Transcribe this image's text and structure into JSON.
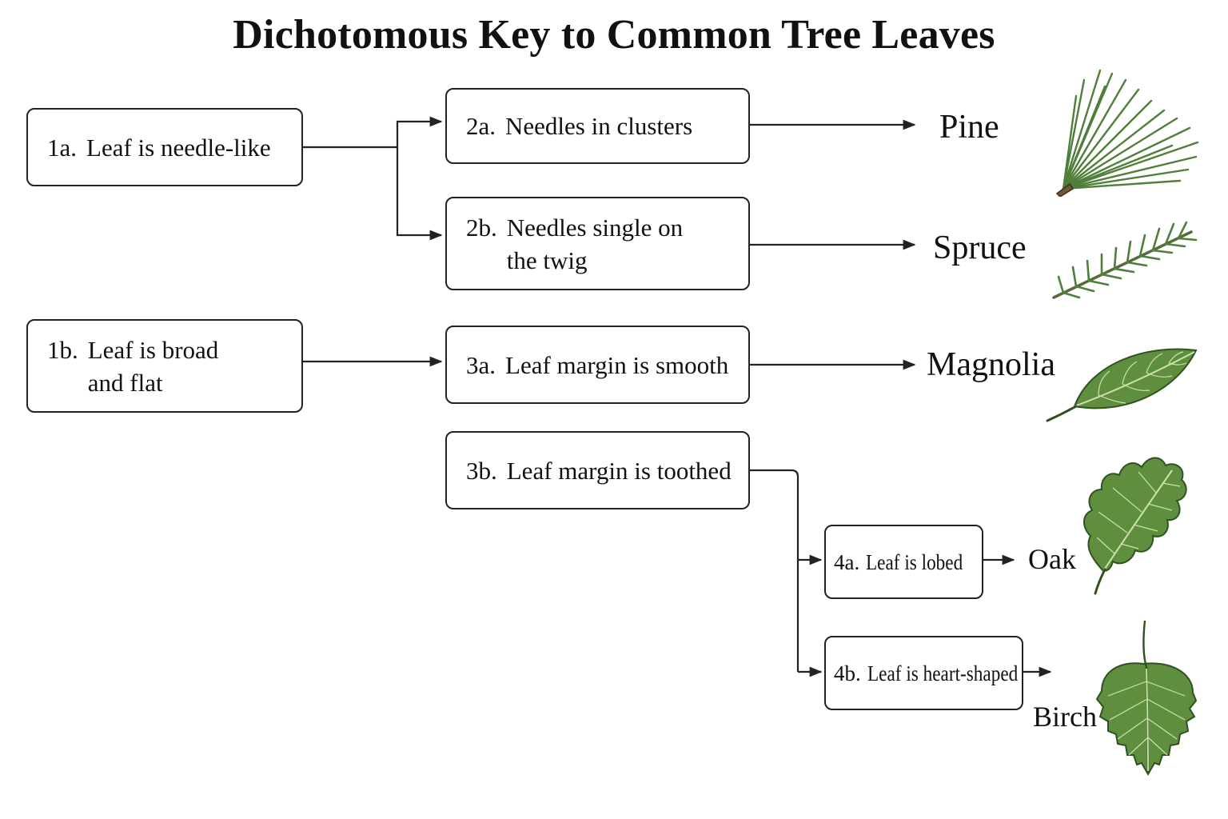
{
  "title": "Dichotomous Key to Common Tree Leaves",
  "colors": {
    "stroke": "#222222",
    "leaf_fill": "#5f8f3e",
    "leaf_dark": "#3e6b2a",
    "leaf_vein": "#cfe0b0",
    "needle": "#4f7f3a"
  },
  "couplets": {
    "c1a": {
      "num": "1a.",
      "text": [
        "Leaf is needle-like"
      ]
    },
    "c1b": {
      "num": "1b.",
      "text": [
        "Leaf is broad",
        "and flat"
      ]
    },
    "c2a": {
      "num": "2a.",
      "text": [
        "Needles in clusters"
      ]
    },
    "c2b": {
      "num": "2b.",
      "text": [
        "Needles single on",
        "the twig"
      ]
    },
    "c3a": {
      "num": "3a.",
      "text": [
        "Leaf margin is smooth"
      ]
    },
    "c3b": {
      "num": "3b.",
      "text": [
        "Leaf margin is toothed"
      ]
    },
    "c4a": {
      "num": "4a.",
      "text": [
        "Leaf is lobed"
      ]
    },
    "c4b": {
      "num": "4b.",
      "text": [
        "Leaf is heart-shaped"
      ]
    }
  },
  "trees": {
    "pine": {
      "name": "Pine",
      "icon": "pine-needle-cluster-icon"
    },
    "spruce": {
      "name": "Spruce",
      "icon": "spruce-twig-icon"
    },
    "magnolia": {
      "name": "Magnolia",
      "icon": "magnolia-leaf-icon"
    },
    "oak": {
      "name": "Oak",
      "icon": "oak-leaf-icon"
    },
    "birch": {
      "name": "Birch",
      "icon": "birch-leaf-icon"
    }
  }
}
